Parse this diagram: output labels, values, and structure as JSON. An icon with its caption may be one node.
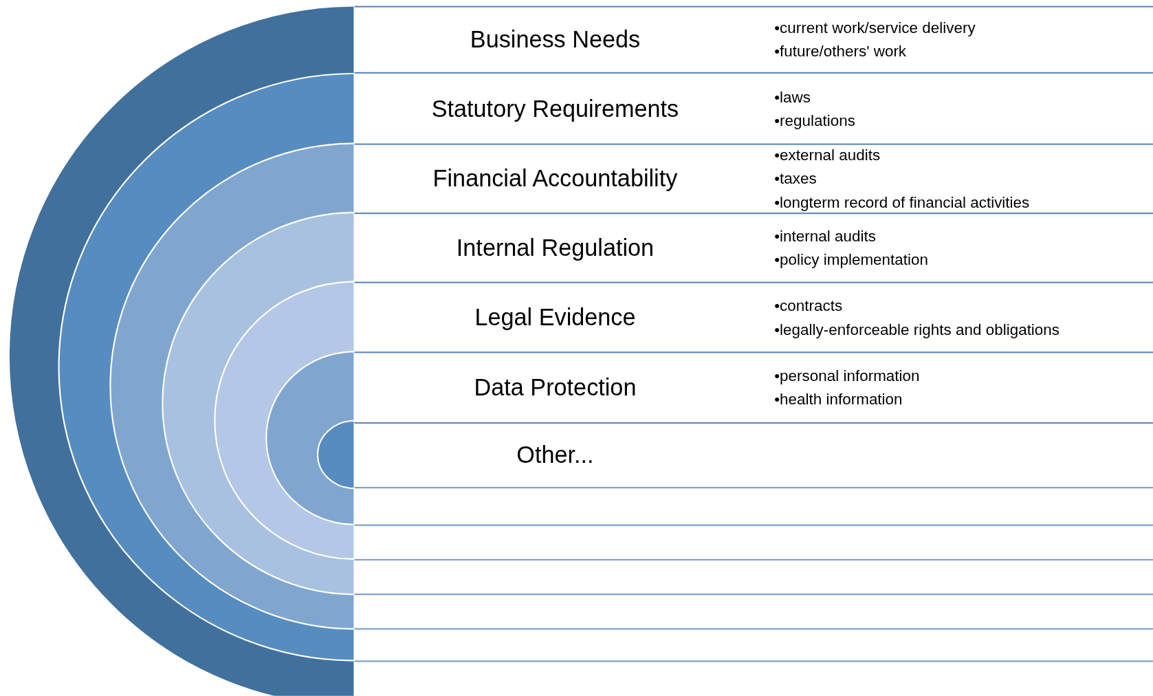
{
  "diagram": {
    "nodes": [
      {
        "text": [
          "Business Needs",
          "•current work/service delivery",
          "•future/others' work"
        ]
      },
      {
        "text": [
          "Statutory Requirements",
          "•laws",
          "•regulations"
        ]
      },
      {
        "text": [
          "Financial Accountability",
          "•external audits",
          "•taxes",
          "•longterm record of financial activities"
        ]
      },
      {
        "text": [
          "Internal Regulation",
          "•internal audits",
          "•policy implementation"
        ]
      },
      {
        "text": [
          "Legal Evidence",
          "•contracts",
          "•legally-enforceable rights and obligations"
        ]
      },
      {
        "text": [
          "Data Protection",
          "•personal information",
          "•health information"
        ]
      },
      {
        "text": [
          "Other..."
        ]
      }
    ]
  }
}
